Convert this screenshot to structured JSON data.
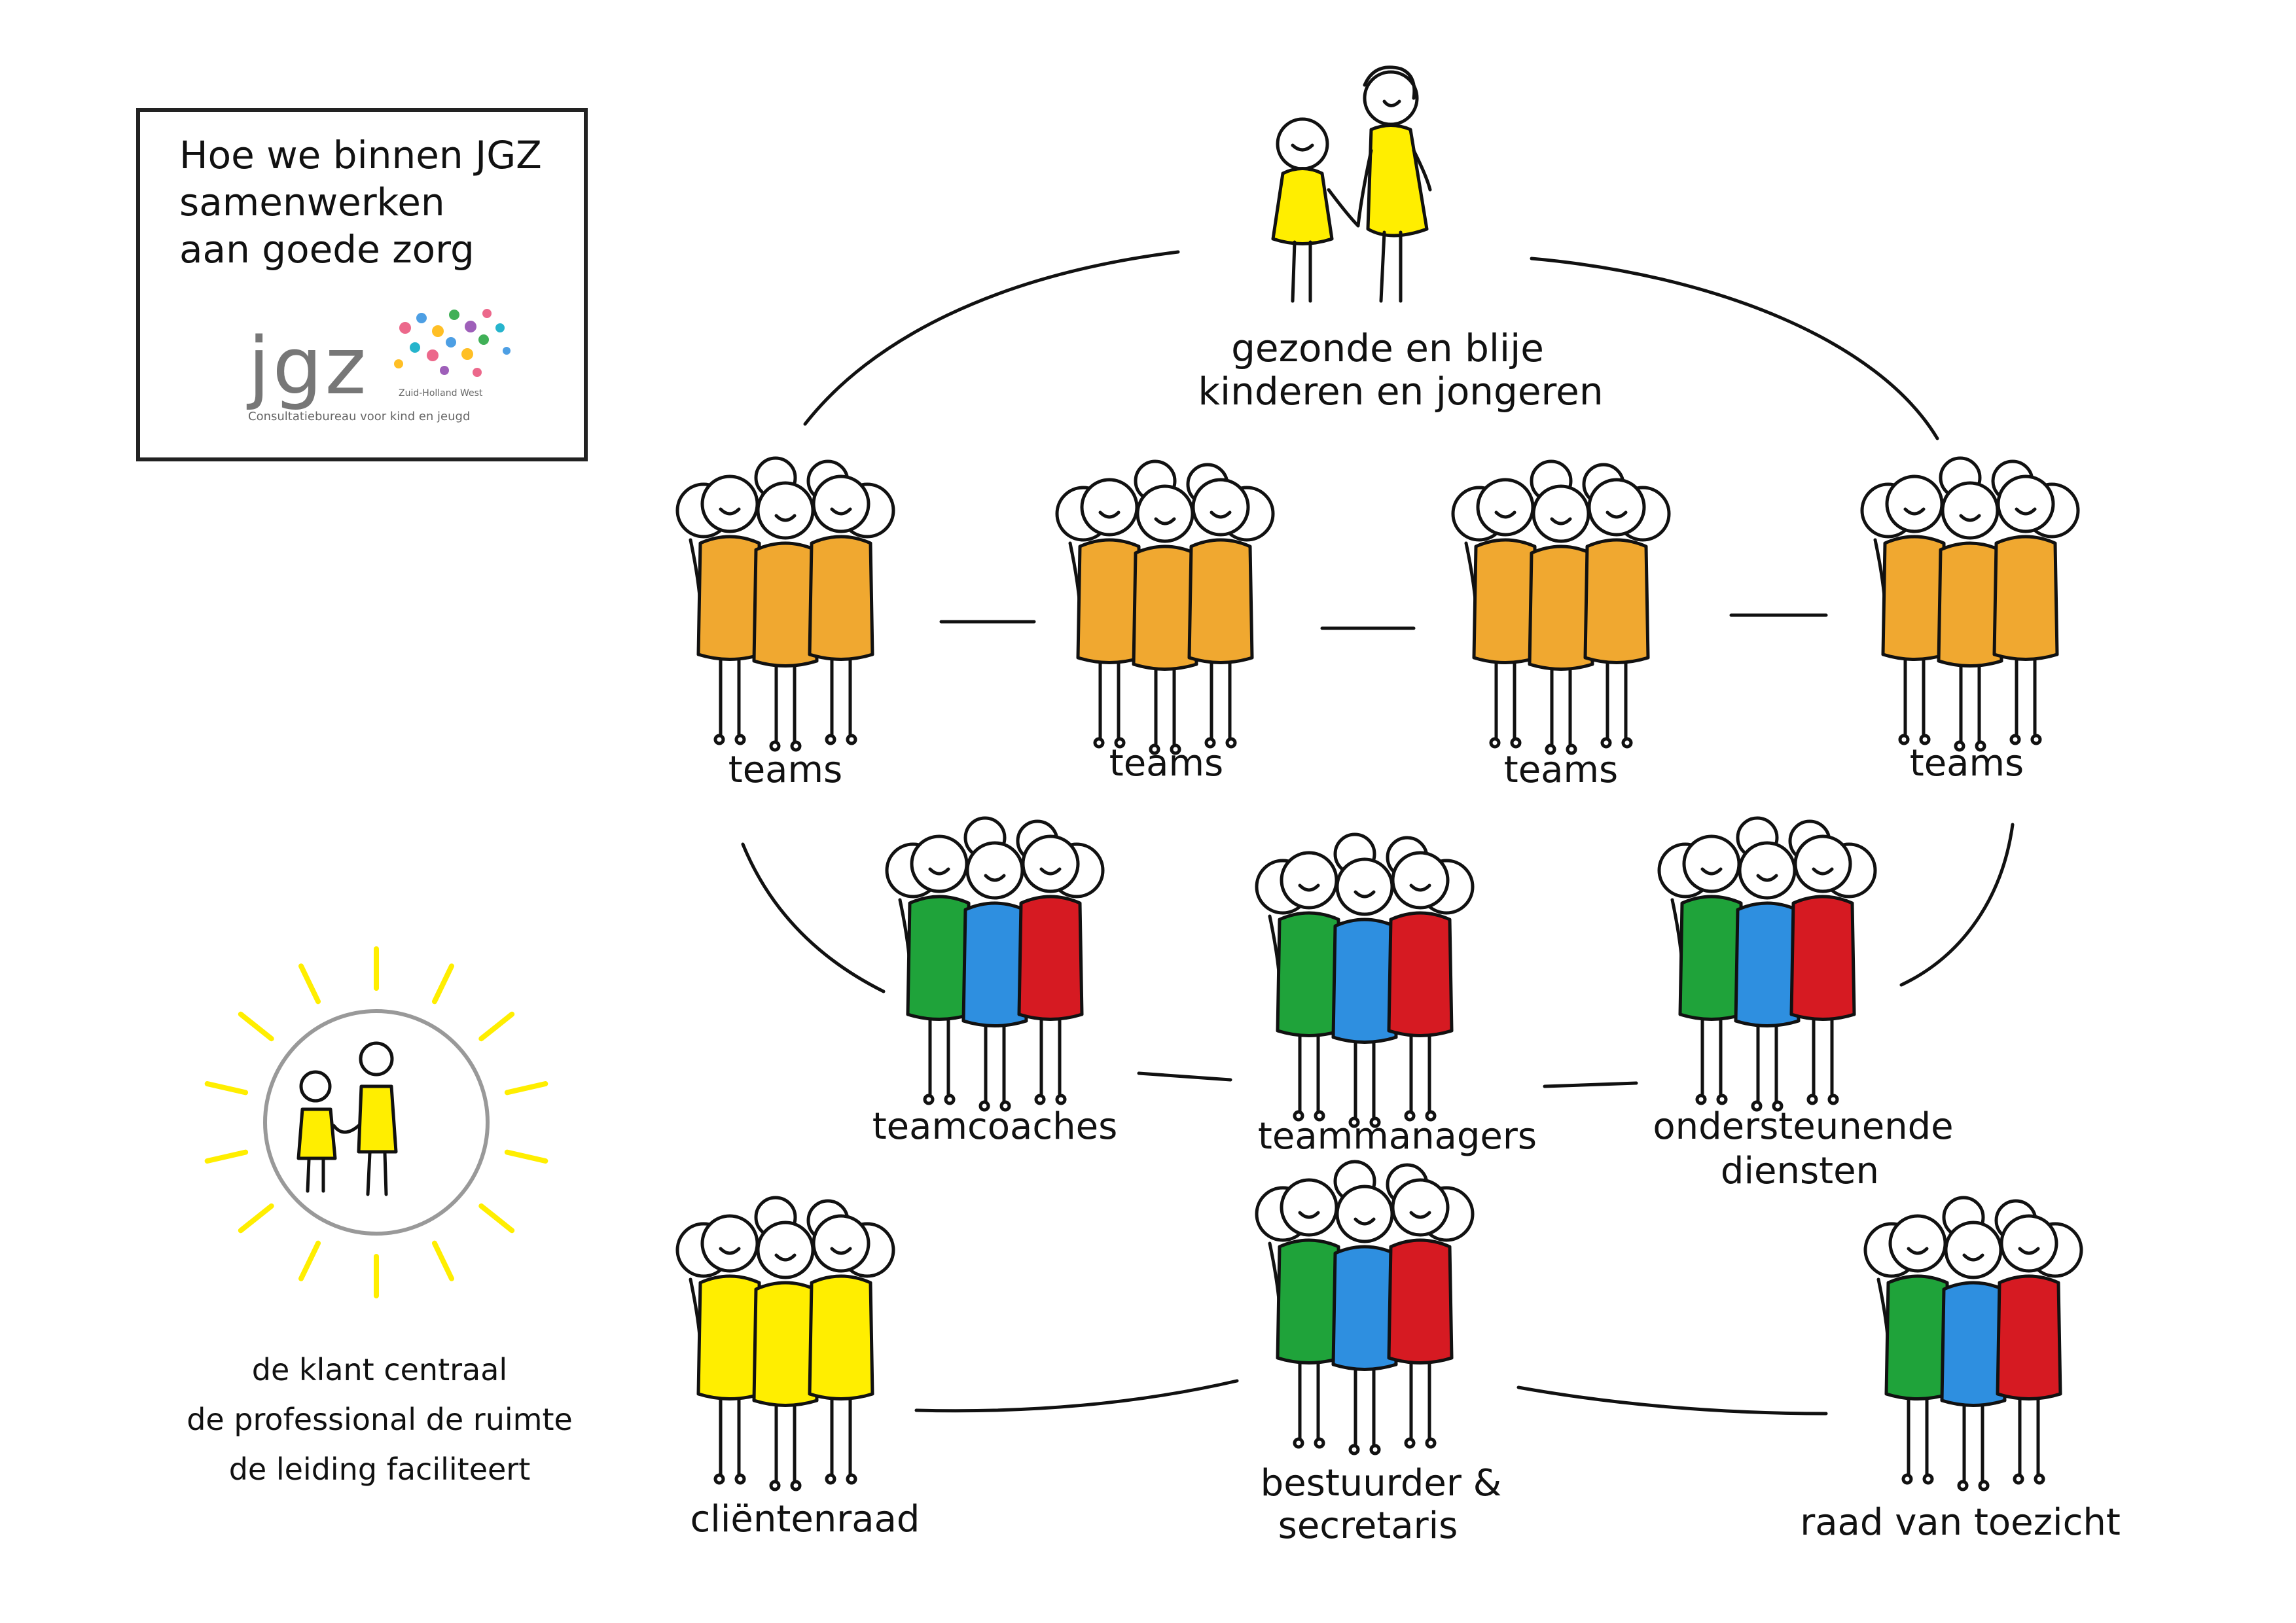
{
  "title": {
    "lines": [
      "Hoe we binnen JGZ",
      "samenwerken",
      "aan goede zorg"
    ]
  },
  "logo": {
    "mark": "jgz",
    "region": "Zuid-Holland West",
    "tagline": "Consultatiebureau voor kind en jeugd"
  },
  "top": {
    "label_lines": [
      "gezonde en blije",
      "kinderen en jongeren"
    ]
  },
  "groups": {
    "teams_1": "teams",
    "teams_2": "teams",
    "teams_3": "teams",
    "teams_4": "teams",
    "teamcoaches": "teamcoaches",
    "teammanagers": "teammanagers",
    "ondersteunende_lines": [
      "ondersteunende",
      "diensten"
    ],
    "clientenraad": "cliëntenraad",
    "bestuurder_lines": [
      "bestuurder &",
      "secretaris"
    ],
    "raad": "raad van toezicht"
  },
  "motto": {
    "lines": [
      "de klant centraal",
      "de professional de ruimte",
      "de leiding faciliteert"
    ]
  },
  "colors": {
    "yellow": "#FFEE00",
    "orange": "#F0A830",
    "green": "#1FA33A",
    "blue": "#2E8FE0",
    "red": "#D61A22",
    "ink": "#111111",
    "sun_ray": "#FFEE00",
    "circle": "#999999"
  }
}
